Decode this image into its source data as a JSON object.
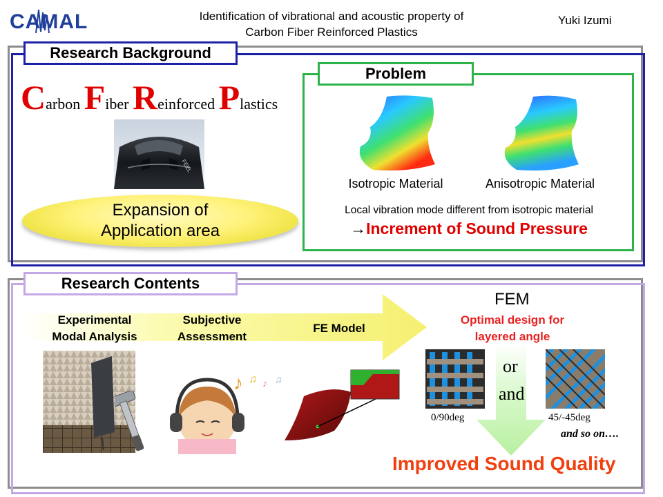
{
  "header": {
    "logo_text": "CAMAL",
    "title_line1": "Identification of vibrational and acoustic property of",
    "title_line2": "Carbon Fiber Reinforced Plastics",
    "author": "Yuki Izumi"
  },
  "background": {
    "label": "Research Background",
    "cfrp": [
      {
        "initial": "C",
        "rest": "arbon"
      },
      {
        "initial": "F",
        "rest": "iber"
      },
      {
        "initial": "R",
        "rest": "einforced"
      },
      {
        "initial": "P",
        "rest": "lastics"
      }
    ],
    "expansion_line1": "Expansion of",
    "expansion_line2": "Application area",
    "problem": {
      "label": "Problem",
      "isotropic": "Isotropic Material",
      "anisotropic": "Anisotropic Material",
      "local_text": "Local vibration mode different from isotropic material",
      "arrow": "→",
      "increment": "Increment of Sound Pressure"
    }
  },
  "contents": {
    "label": "Research Contents",
    "step1_line1": "Experimental",
    "step1_line2": "Modal Analysis",
    "step2_line1": "Subjective",
    "step2_line2": "Assessment",
    "step3": "FE Model",
    "fem": "FEM",
    "optimal_line1": "Optimal design for",
    "optimal_line2": "layered angle",
    "or": "or",
    "and": "and",
    "angle1": "0/90deg",
    "angle2": "45/-45deg",
    "and_so_on": "and so on….",
    "improved": "Improved Sound Quality"
  },
  "colors": {
    "blue_frame": "#1c22a8",
    "green_frame": "#2cb34a",
    "purple_frame": "#c4a7e6",
    "red_accent": "#e00000",
    "orange_result": "#f04010"
  }
}
